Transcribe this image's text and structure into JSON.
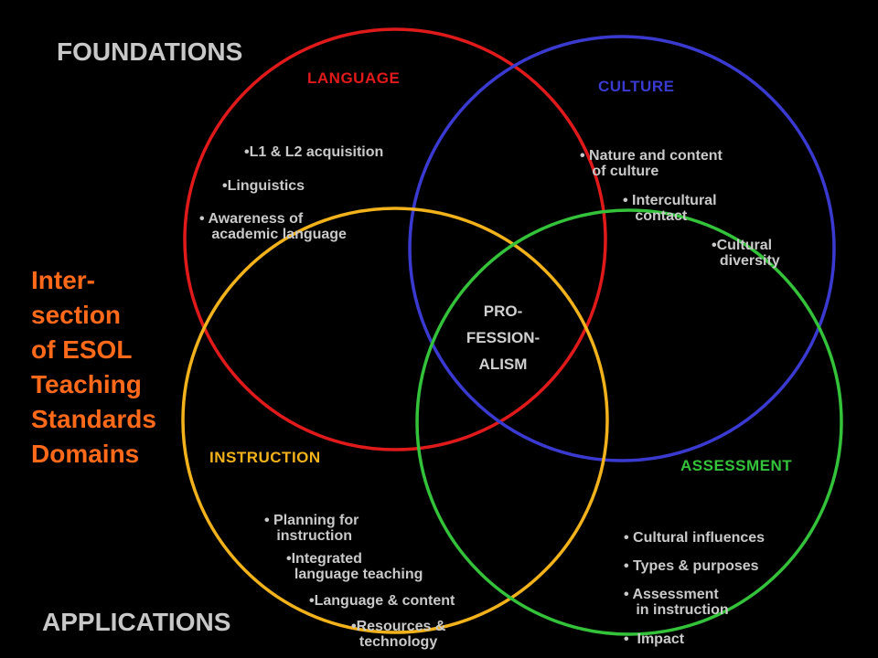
{
  "colors": {
    "background": "#000000",
    "language": "#e01a1a",
    "culture": "#3a3ad0",
    "instruction": "#f2b21c",
    "assessment": "#33c23a",
    "intersection_title": "#ff6a1a",
    "foundations": "#c8c8c8"
  },
  "top_label": "FOUNDATIONS",
  "bottom_label": "APPLICATIONS",
  "side_title": "Inter-\nsection\nof ESOL\nTeaching\nStandards\nDomains",
  "center_label": "PRO-\nFESSION-\nALISM",
  "domains": {
    "language": {
      "label": "LANGUAGE",
      "items": [
        "•L1 & L2 acquisition",
        "•Linguistics",
        "• Awareness of\n   academic language"
      ]
    },
    "culture": {
      "label": "CULTURE",
      "items": [
        "• Nature and content\n   of culture",
        "• Intercultural\n   contact",
        "•Cultural\n  diversity"
      ]
    },
    "instruction": {
      "label": "INSTRUCTION",
      "items": [
        "• Planning for\n   instruction",
        "•Integrated\n  language teaching",
        "•Language & content",
        "•Resources &\n  technology"
      ]
    },
    "assessment": {
      "label": "ASSESSMENT",
      "items": [
        "• Cultural influences",
        "• Types & purposes",
        "• Assessment\n   in instruction",
        "•  Impact"
      ]
    }
  }
}
